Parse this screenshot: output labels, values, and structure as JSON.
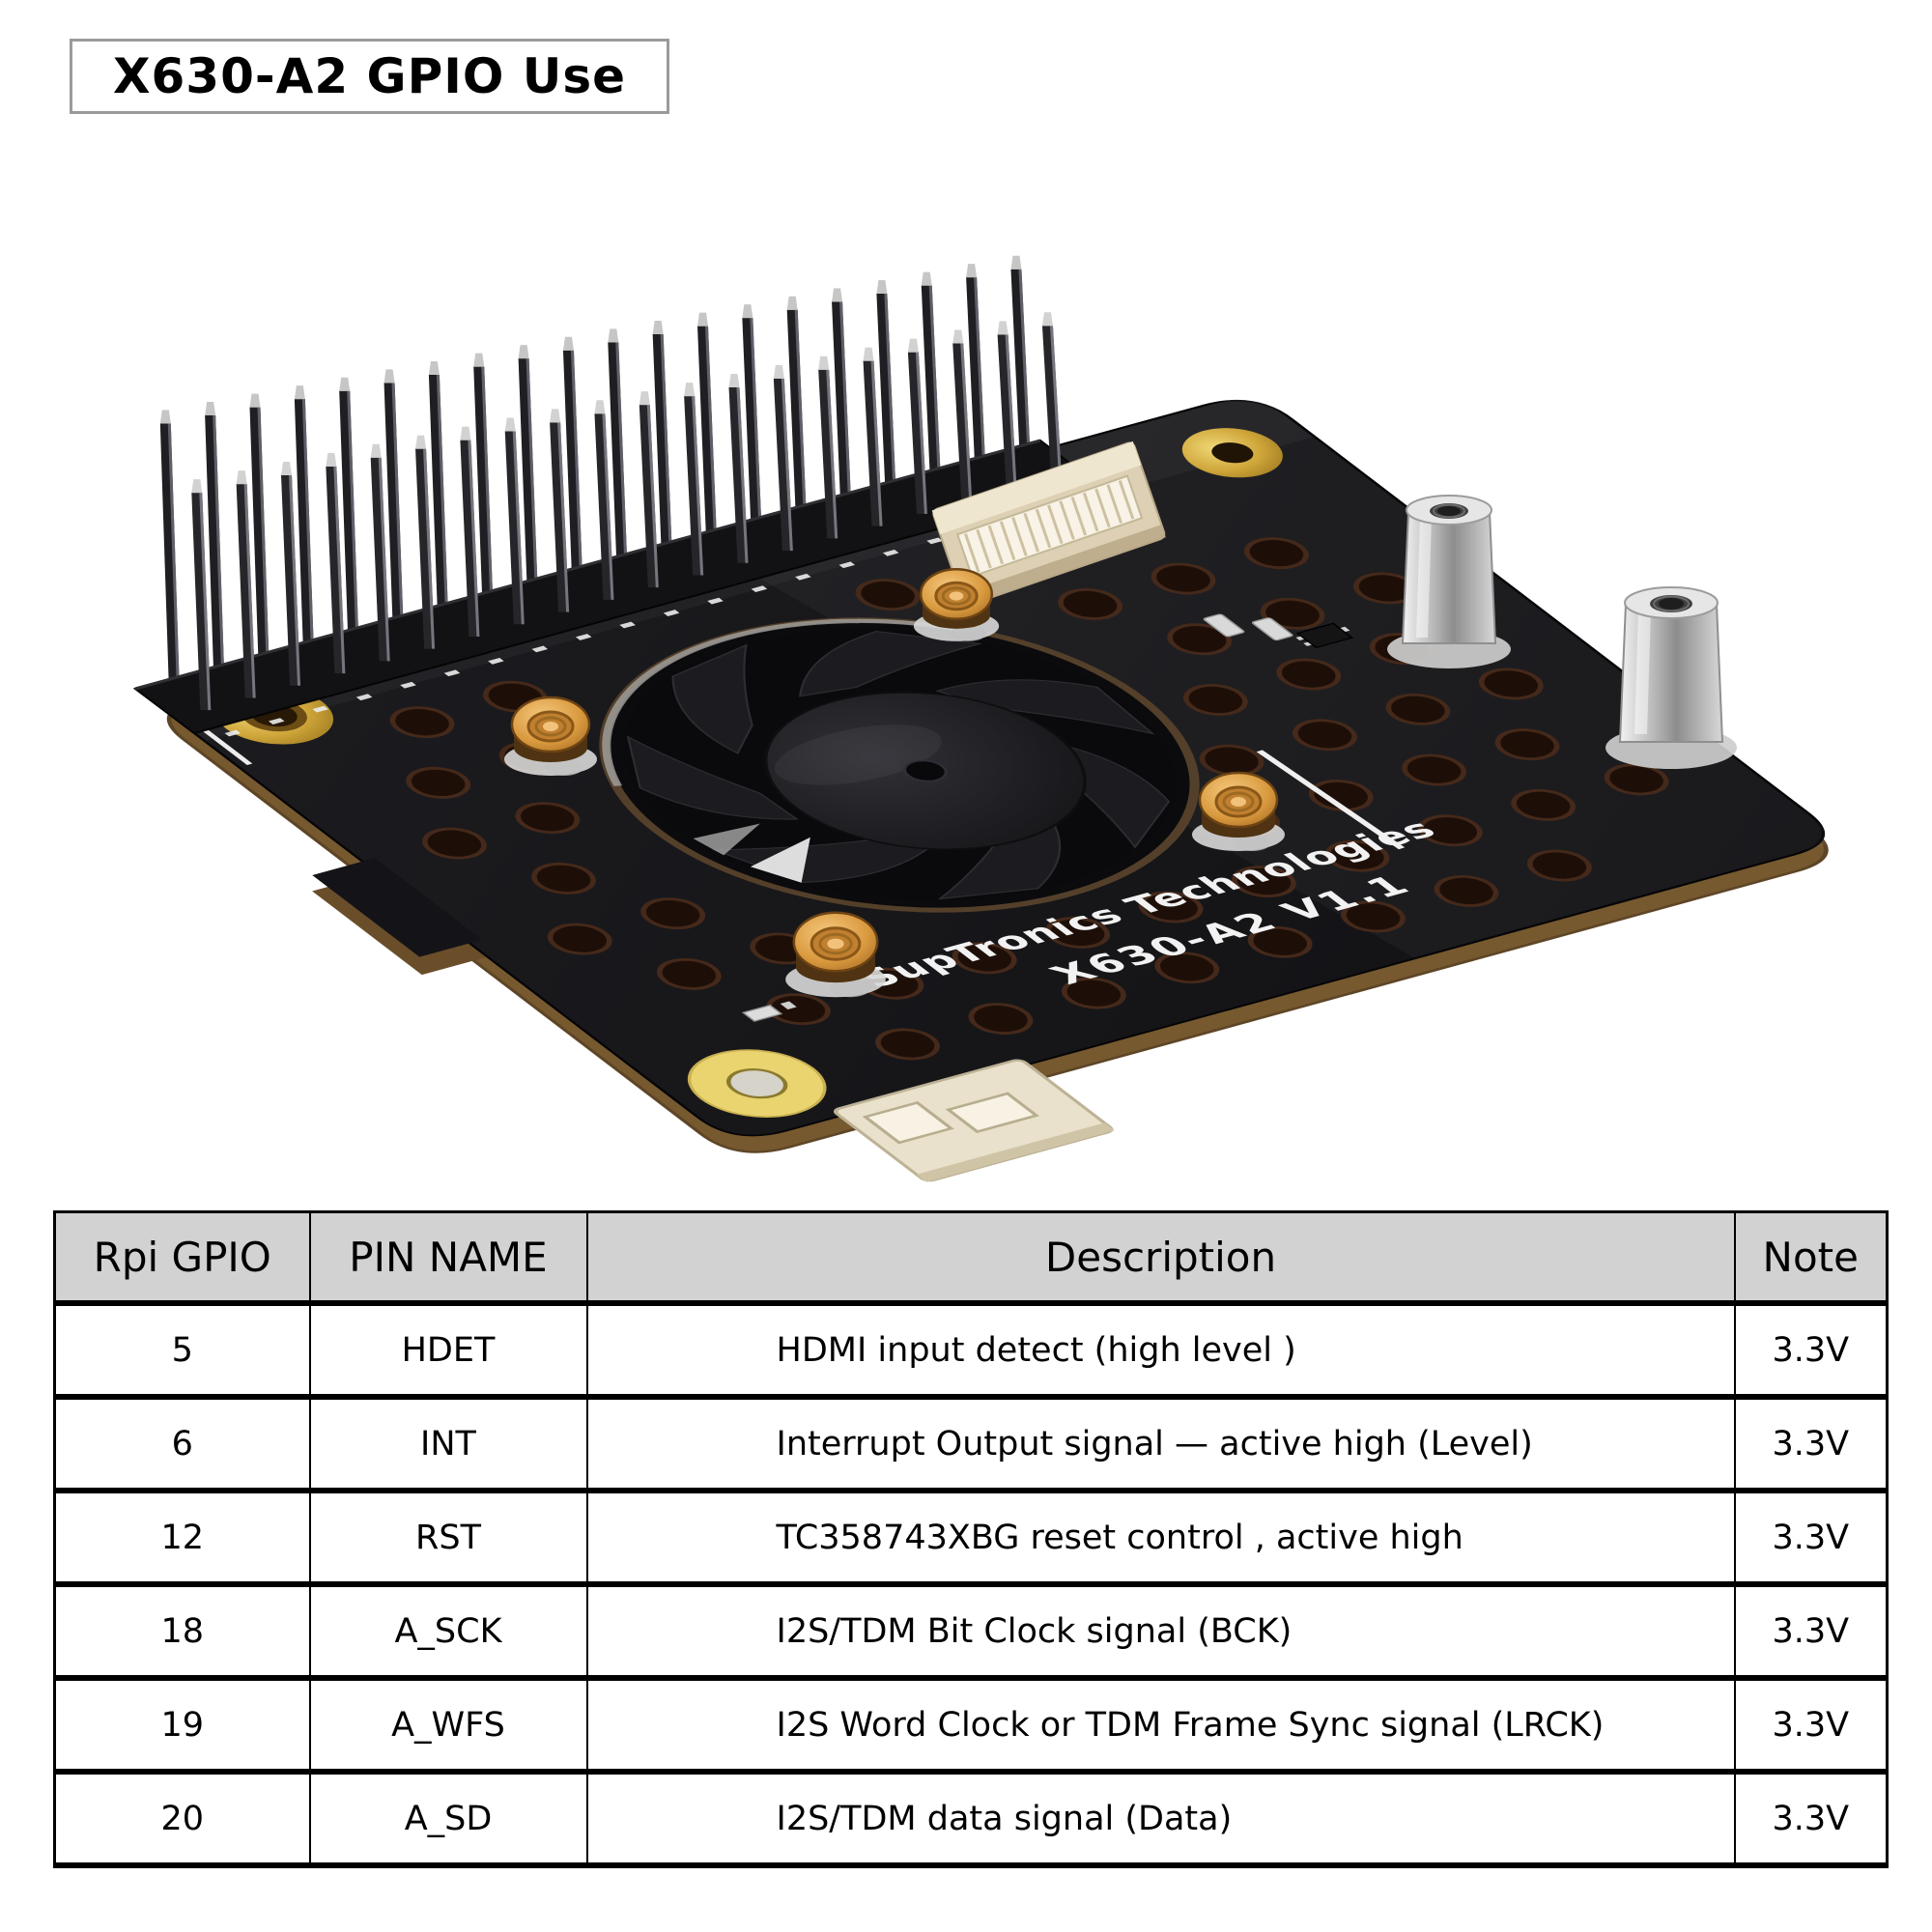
{
  "title": {
    "label": "X630-A2 GPIO Use"
  },
  "board": {
    "silkscreen_line1": "SupTronics Technologies",
    "silkscreen_line2": "X630-A2  V1.1",
    "pcb_color": "#17171a",
    "pcb_edge_color": "#77592f",
    "gold_pad_color": "#d9b84e",
    "copper_post_color": "#e0a04a",
    "standoff_color": "#cfcfcf",
    "ffc_connector_color": "#ddd0b4",
    "silkscreen_color": "#f2f2f2"
  },
  "table": {
    "columns": [
      "Rpi GPIO",
      "PIN NAME",
      "Description",
      "Note"
    ],
    "rows": [
      [
        "5",
        "HDET",
        "HDMI input detect (high level )",
        "3.3V"
      ],
      [
        "6",
        "INT",
        "Interrupt Output signal — active high (Level)",
        "3.3V"
      ],
      [
        "12",
        "RST",
        "TC358743XBG reset control , active high",
        "3.3V"
      ],
      [
        "18",
        "A_SCK",
        "I2S/TDM Bit Clock signal (BCK)",
        "3.3V"
      ],
      [
        "19",
        "A_WFS",
        "I2S Word Clock or TDM Frame Sync signal (LRCK)",
        "3.3V"
      ],
      [
        "20",
        "A_SD",
        "I2S/TDM data signal (Data)",
        "3.3V"
      ]
    ]
  }
}
